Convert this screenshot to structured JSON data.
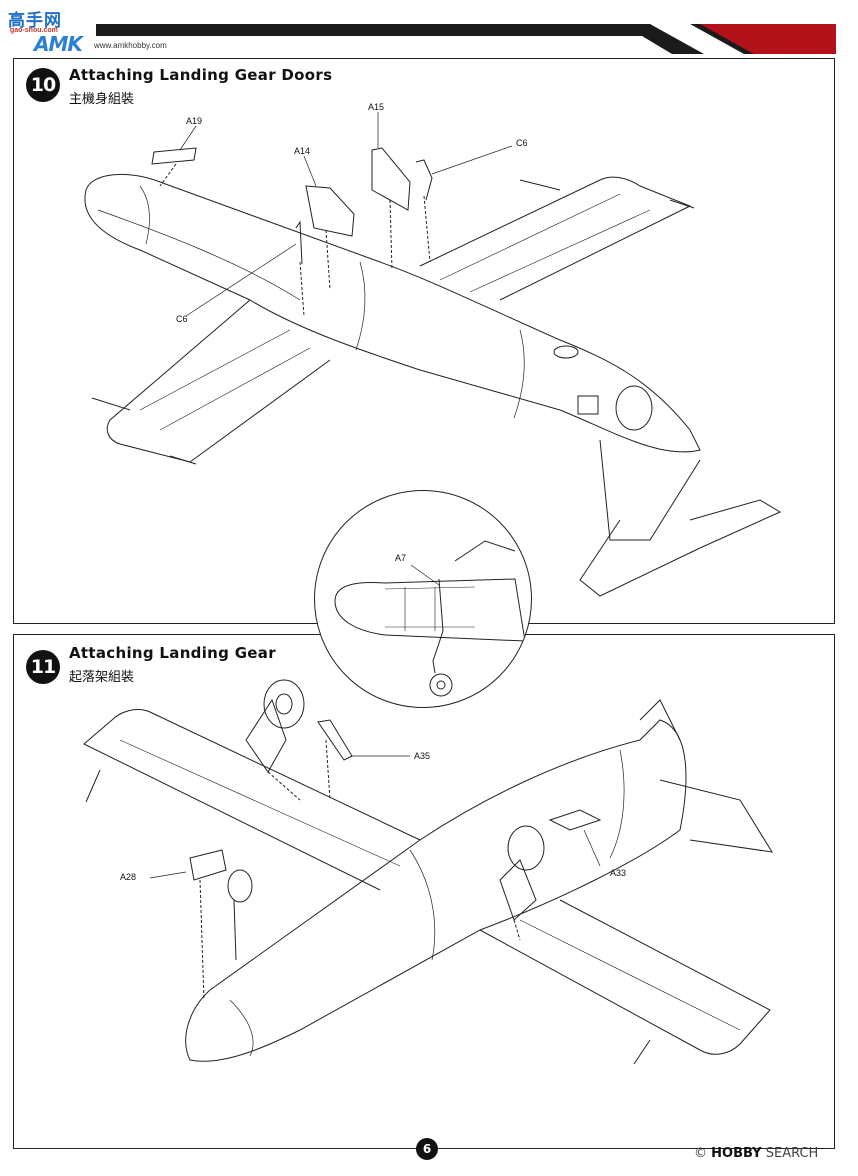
{
  "header": {
    "logo_cn": "高手网",
    "logo_sub": "gao-shou.com",
    "logo_brand": "AMK",
    "url": "www.amkhobby.com",
    "bar_color": "#1b1b1b",
    "accent_color": "#b3121a"
  },
  "step10": {
    "number": "10",
    "title": "Attaching Landing Gear Doors",
    "subtitle": "主機身組裝",
    "parts": {
      "a19": "A19",
      "a14": "A14",
      "a15": "A15",
      "c6_top": "C6",
      "c6_left": "C6"
    },
    "inset_part": "A7"
  },
  "step11": {
    "number": "11",
    "title": "Attaching Landing Gear",
    "subtitle": "起落架組裝",
    "parts": {
      "a35": "A35",
      "a28": "A28",
      "a33": "A33"
    }
  },
  "footer": {
    "page_number": "6",
    "watermark_brand": "HOBBY",
    "watermark_text": "SEARCH",
    "watermark_symbol": "©"
  }
}
